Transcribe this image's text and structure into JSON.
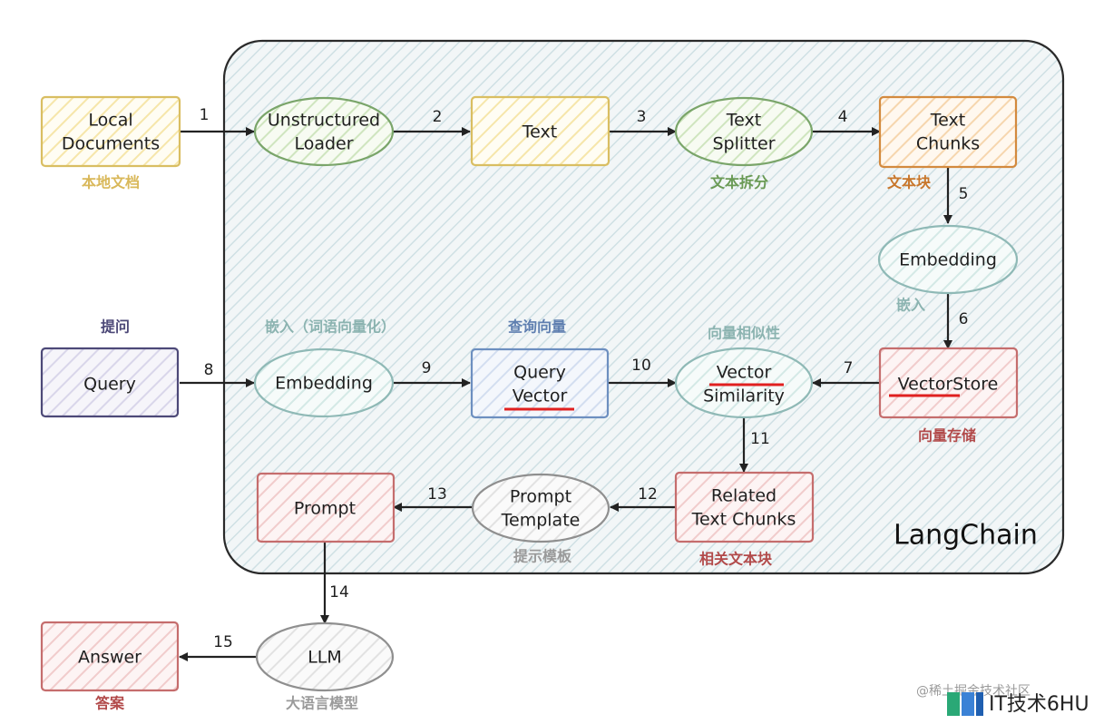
{
  "container_label": "LangChain",
  "colors": {
    "yellow": "#d9be62",
    "green": "#7aa56a",
    "orange": "#d38a3e",
    "teal": "#8fb9b6",
    "purple": "#4d4978",
    "blue": "#6d8fc0",
    "red": "#c56d6d",
    "gray": "#8f8f8f",
    "cap_yellow": "#d9b85a",
    "cap_green": "#6a9a55",
    "cap_orange": "#c8762a",
    "cap_teal": "#8bb3b0",
    "cap_purple": "#4d4978",
    "cap_blue": "#5f7fb0",
    "cap_red": "#b24a4a",
    "cap_gray": "#9a9a9a"
  },
  "nodes": {
    "local_documents": {
      "line1": "Local",
      "line2": "Documents",
      "caption": "本地文档"
    },
    "unstructured_loader": {
      "line1": "Unstructured",
      "line2": "Loader"
    },
    "text": {
      "line1": "Text"
    },
    "text_splitter": {
      "line1": "Text",
      "line2": "Splitter",
      "caption": "文本拆分"
    },
    "text_chunks": {
      "line1": "Text",
      "line2": "Chunks",
      "caption": "文本块"
    },
    "embedding_top": {
      "line1": "Embedding",
      "caption": "嵌入"
    },
    "query": {
      "line1": "Query",
      "caption": "提问"
    },
    "embedding_query": {
      "line1": "Embedding",
      "caption": "嵌入（词语向量化）"
    },
    "query_vector": {
      "line1": "Query",
      "line2": "Vector",
      "caption": "查询向量"
    },
    "vector_similarity": {
      "line1": "Vector",
      "line2": "Similarity",
      "caption": "向量相似性"
    },
    "vector_store": {
      "line1": "VectorStore",
      "caption": "向量存储"
    },
    "related_chunks": {
      "line1": "Related",
      "line2": "Text Chunks",
      "caption": "相关文本块"
    },
    "prompt_template": {
      "line1": "Prompt",
      "line2": "Template",
      "caption": "提示模板"
    },
    "prompt": {
      "line1": "Prompt"
    },
    "llm": {
      "line1": "LLM",
      "caption": "大语言模型"
    },
    "answer": {
      "line1": "Answer",
      "caption": "答案"
    }
  },
  "steps": [
    "1",
    "2",
    "3",
    "4",
    "5",
    "6",
    "7",
    "8",
    "9",
    "10",
    "11",
    "12",
    "13",
    "14",
    "15"
  ],
  "watermark": {
    "brand": "IT技术6HU",
    "faint": "@稀土掘金技术社区"
  }
}
